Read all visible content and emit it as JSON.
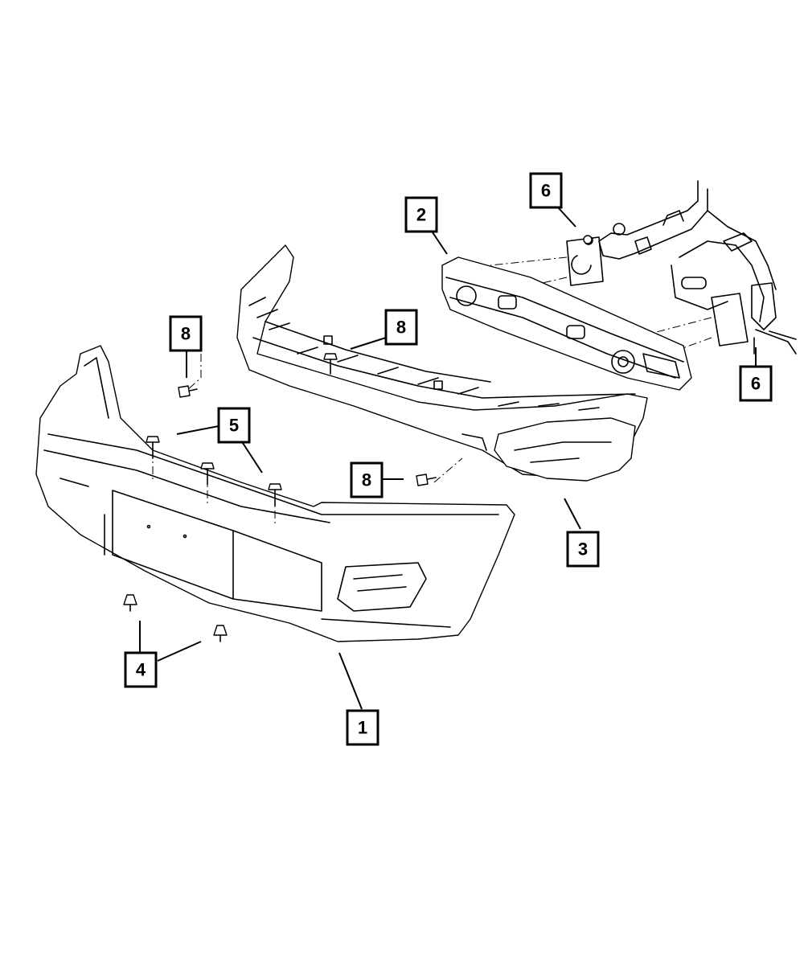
{
  "callouts": [
    {
      "id": "c1",
      "label": "1"
    },
    {
      "id": "c2",
      "label": "2"
    },
    {
      "id": "c3",
      "label": "3"
    },
    {
      "id": "c4",
      "label": "4"
    },
    {
      "id": "c5",
      "label": "5"
    },
    {
      "id": "c6a",
      "label": "6"
    },
    {
      "id": "c6b",
      "label": "6"
    },
    {
      "id": "c8a",
      "label": "8"
    },
    {
      "id": "c8b",
      "label": "8"
    },
    {
      "id": "c8c",
      "label": "8"
    }
  ]
}
